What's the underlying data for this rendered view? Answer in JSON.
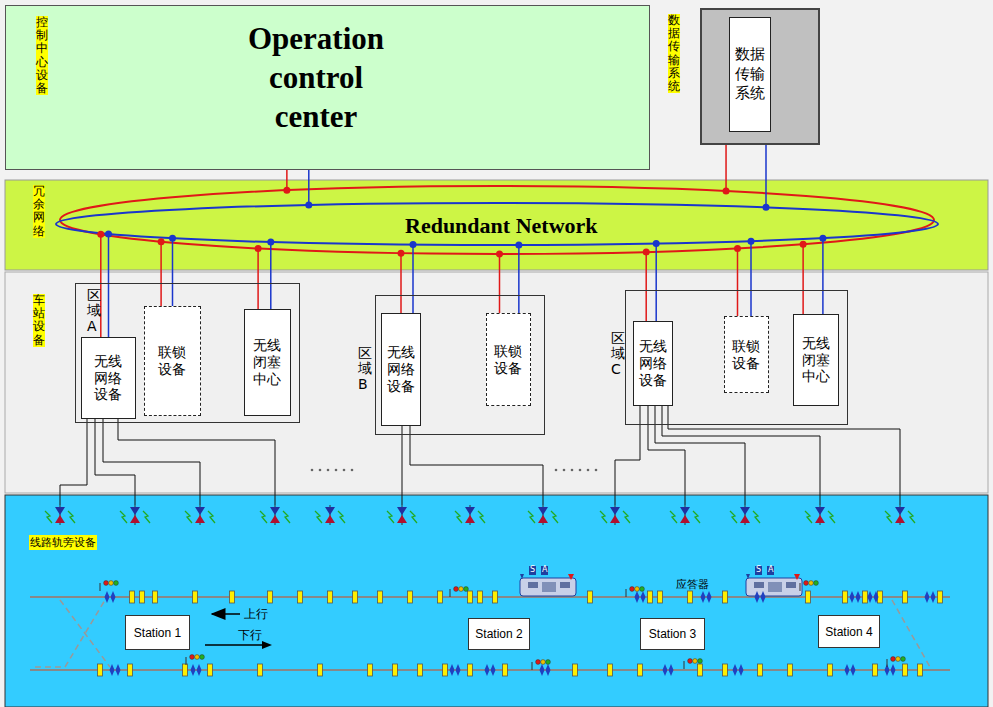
{
  "diagram": {
    "nodes": [
      {
        "text": [
          "控制中心设备",
          "Operation control center"
        ]
      },
      {
        "text": [
          "数据传输系统"
        ]
      },
      {
        "text": [
          "数据传输系统"
        ],
        "in": 1
      },
      {
        "text": [
          "冗余网络",
          "Redundant Network"
        ]
      },
      {
        "text": [
          "车站设备"
        ]
      },
      {
        "text": [
          "区域A"
        ],
        "in": 4
      },
      {
        "text": [
          "无线网络设备"
        ],
        "in": 5
      },
      {
        "text": [
          "联锁设备"
        ],
        "in": 5
      },
      {
        "text": [
          "无线闭塞中心"
        ],
        "in": 5
      },
      {
        "text": [
          "区域B"
        ],
        "in": 4
      },
      {
        "text": [
          "无线网络设备"
        ],
        "in": 9
      },
      {
        "text": [
          "联锁设备"
        ],
        "in": 9
      },
      {
        "text": [
          "区域C"
        ],
        "in": 4
      },
      {
        "text": [
          "无线网络设备"
        ],
        "in": 12
      },
      {
        "text": [
          "联锁设备"
        ],
        "in": 12
      },
      {
        "text": [
          "无线闭塞中心"
        ],
        "in": 12
      },
      {
        "text": [
          "线路轨旁设备"
        ]
      },
      {
        "text": [
          "Station 1"
        ],
        "in": 16
      },
      {
        "text": [
          "Station 2"
        ],
        "in": 16
      },
      {
        "text": [
          "Station 3"
        ],
        "in": 16
      },
      {
        "text": [
          "Station 4"
        ],
        "in": 16
      }
    ],
    "edges": [
      {
        "from": 0,
        "to": 3,
        "arrow": "none"
      },
      {
        "from": 0,
        "to": 3,
        "arrow": "none"
      },
      {
        "from": 1,
        "to": 3,
        "arrow": "none"
      },
      {
        "from": 1,
        "to": 3,
        "arrow": "none"
      },
      {
        "from": 6,
        "to": 3,
        "arrow": "none"
      },
      {
        "from": 6,
        "to": 3,
        "arrow": "none"
      },
      {
        "from": 7,
        "to": 3,
        "arrow": "none"
      },
      {
        "from": 7,
        "to": 3,
        "arrow": "none"
      },
      {
        "from": 8,
        "to": 3,
        "arrow": "none"
      },
      {
        "from": 8,
        "to": 3,
        "arrow": "none"
      },
      {
        "from": 10,
        "to": 3,
        "arrow": "none"
      },
      {
        "from": 10,
        "to": 3,
        "arrow": "none"
      },
      {
        "from": 11,
        "to": 3,
        "arrow": "none"
      },
      {
        "from": 11,
        "to": 3,
        "arrow": "none"
      },
      {
        "from": 13,
        "to": 3,
        "arrow": "none"
      },
      {
        "from": 13,
        "to": 3,
        "arrow": "none"
      },
      {
        "from": 14,
        "to": 3,
        "arrow": "none"
      },
      {
        "from": 14,
        "to": 3,
        "arrow": "none"
      },
      {
        "from": 15,
        "to": 3,
        "arrow": "none"
      },
      {
        "from": 15,
        "to": 3,
        "arrow": "none"
      }
    ],
    "labels": [
      "上行",
      "下行",
      "应答器",
      "S",
      "A",
      "S",
      "A"
    ]
  }
}
